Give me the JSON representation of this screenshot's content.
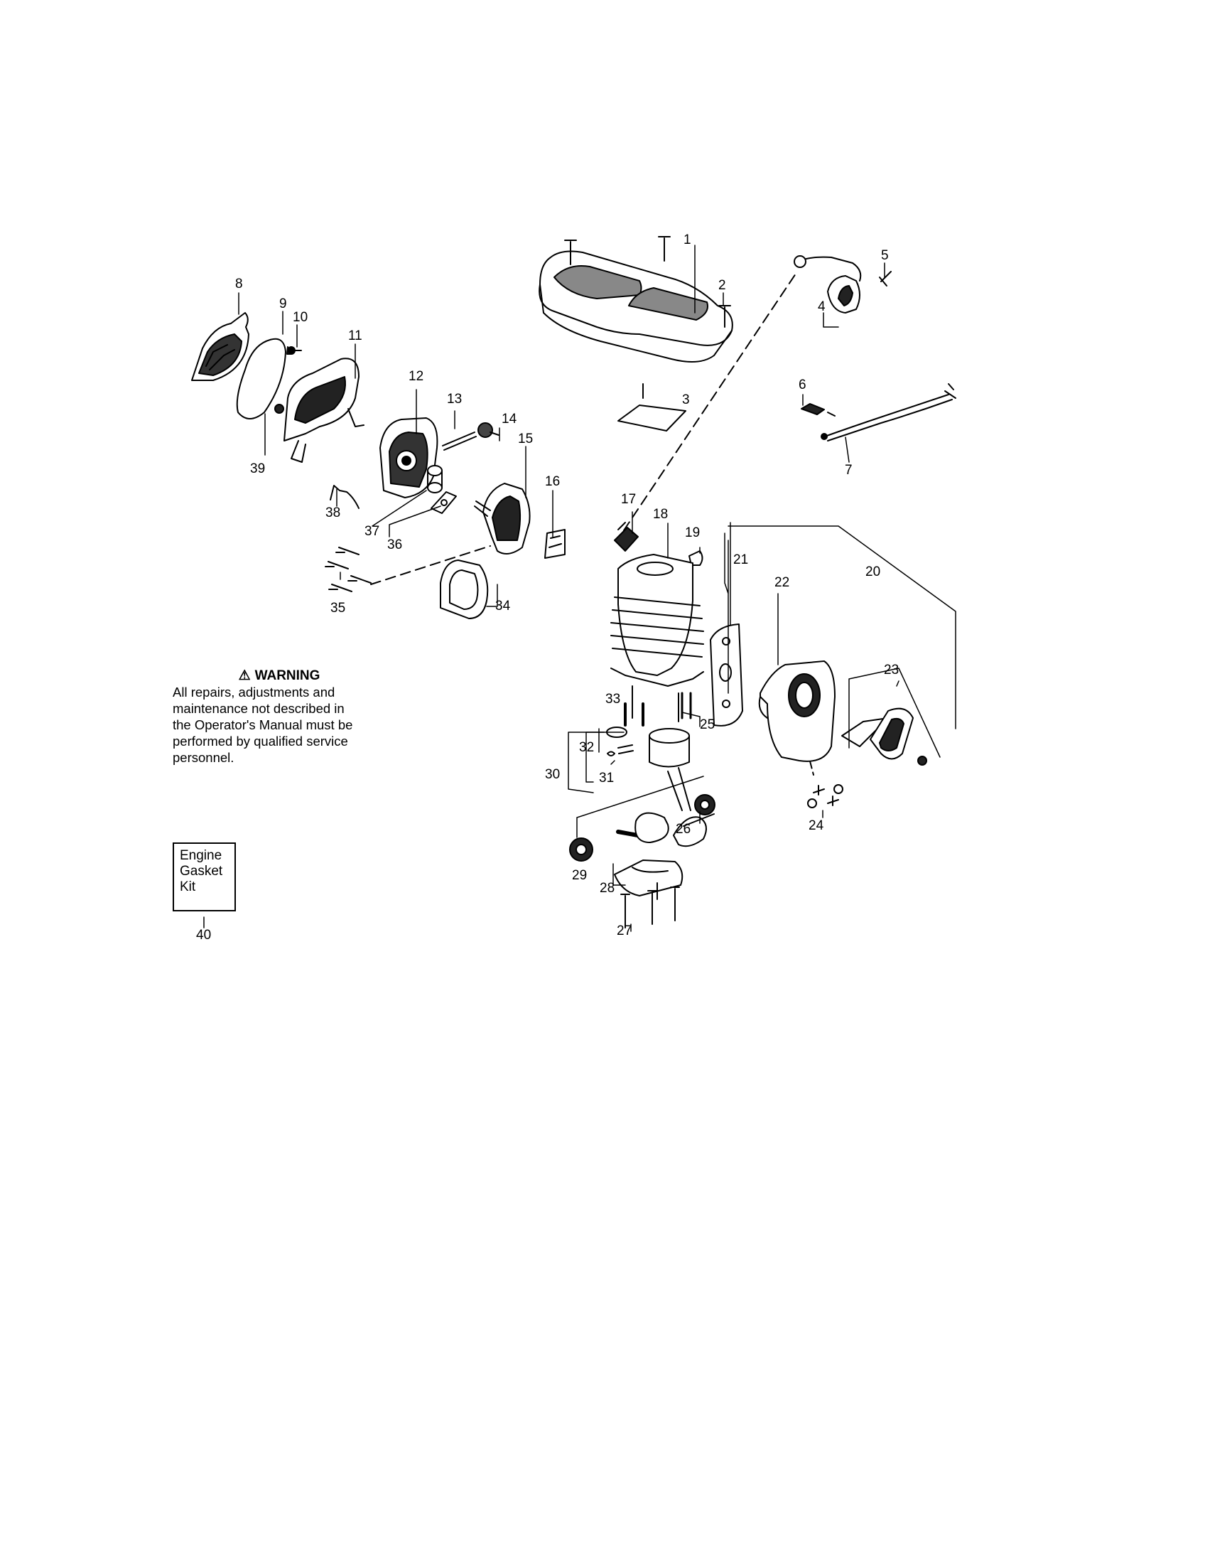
{
  "warning": {
    "icon": "warning-triangle-icon",
    "title": "WARNING",
    "lines": [
      "All repairs, adjustments and",
      "maintenance not described in",
      "the Operator's Manual must be",
      "performed by qualified service",
      "personnel."
    ]
  },
  "kit_box": {
    "lines": [
      "Engine",
      "Gasket",
      "Kit"
    ],
    "part_number": "40"
  },
  "callouts": {
    "c1": "1",
    "c2": "2",
    "c3": "3",
    "c4": "4",
    "c5": "5",
    "c6": "6",
    "c7": "7",
    "c8": "8",
    "c9": "9",
    "c10": "10",
    "c11": "11",
    "c12": "12",
    "c13": "13",
    "c14": "14",
    "c15": "15",
    "c16": "16",
    "c17": "17",
    "c18": "18",
    "c19": "19",
    "c20": "20",
    "c21": "21",
    "c22": "22",
    "c23": "23",
    "c24": "24",
    "c25": "25",
    "c26": "26",
    "c27": "27",
    "c28": "28",
    "c29": "29",
    "c30": "30",
    "c31": "31",
    "c32": "32",
    "c33": "33",
    "c34": "34",
    "c35": "35",
    "c36": "36",
    "c37": "37",
    "c38": "38",
    "c39": "39"
  }
}
